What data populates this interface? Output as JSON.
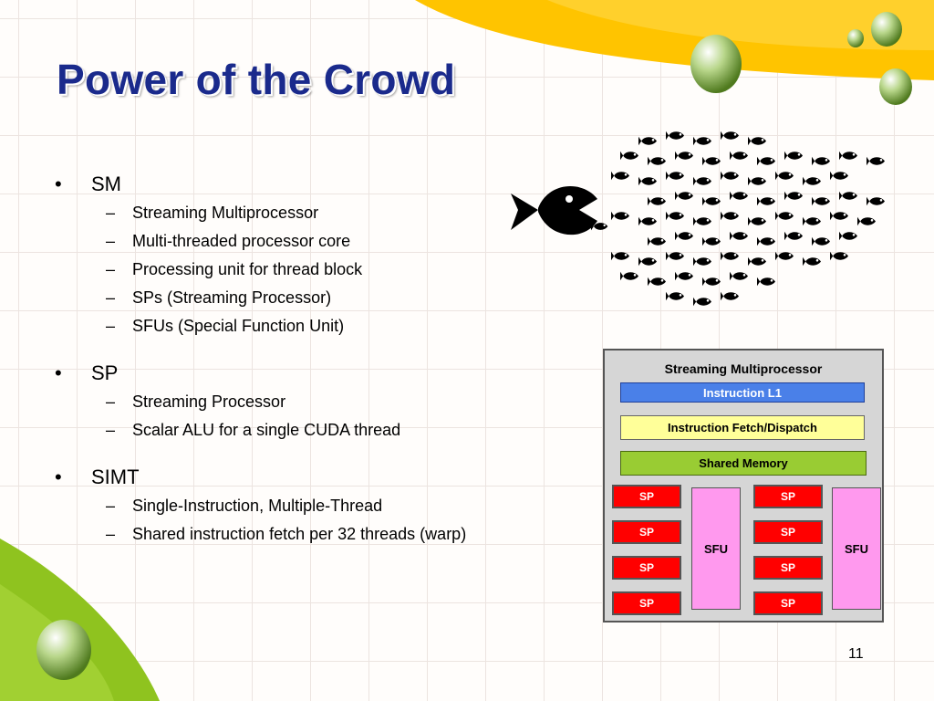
{
  "title": "Power of the Crowd",
  "bullets": [
    {
      "label": "SM",
      "sub": [
        "Streaming Multiprocessor",
        "Multi-threaded processor core",
        "Processing unit for thread block",
        "SPs (Streaming Processor)",
        "SFUs (Special Function Unit)"
      ]
    },
    {
      "label": "SP",
      "sub": [
        "Streaming Processor",
        "Scalar ALU for a single CUDA thread"
      ]
    },
    {
      "label": "SIMT",
      "sub": [
        "Single-Instruction, Multiple-Thread",
        "Shared instruction fetch per 32 threads (warp)"
      ]
    }
  ],
  "bullet_marker": "•",
  "sub_marker": "–",
  "diagram": {
    "title": "Streaming Multiprocessor",
    "instruction_l1": "Instruction L1",
    "fetch_dispatch": "Instruction Fetch/Dispatch",
    "shared_memory": "Shared Memory",
    "sp_label": "SP",
    "sfu_label": "SFU"
  },
  "page_number": "11",
  "colors": {
    "title": "#1a2a8c",
    "accent_yellow": "#ffc400",
    "accent_green": "#8fc31f",
    "l1": "#4a80e8",
    "fetch": "#ffff99",
    "shared_memory": "#99cc33",
    "sp": "#ff0000",
    "sfu": "#ff99ee"
  },
  "icons": [
    "water-drop-icon",
    "big-fish-icon",
    "small-fish-icon"
  ]
}
